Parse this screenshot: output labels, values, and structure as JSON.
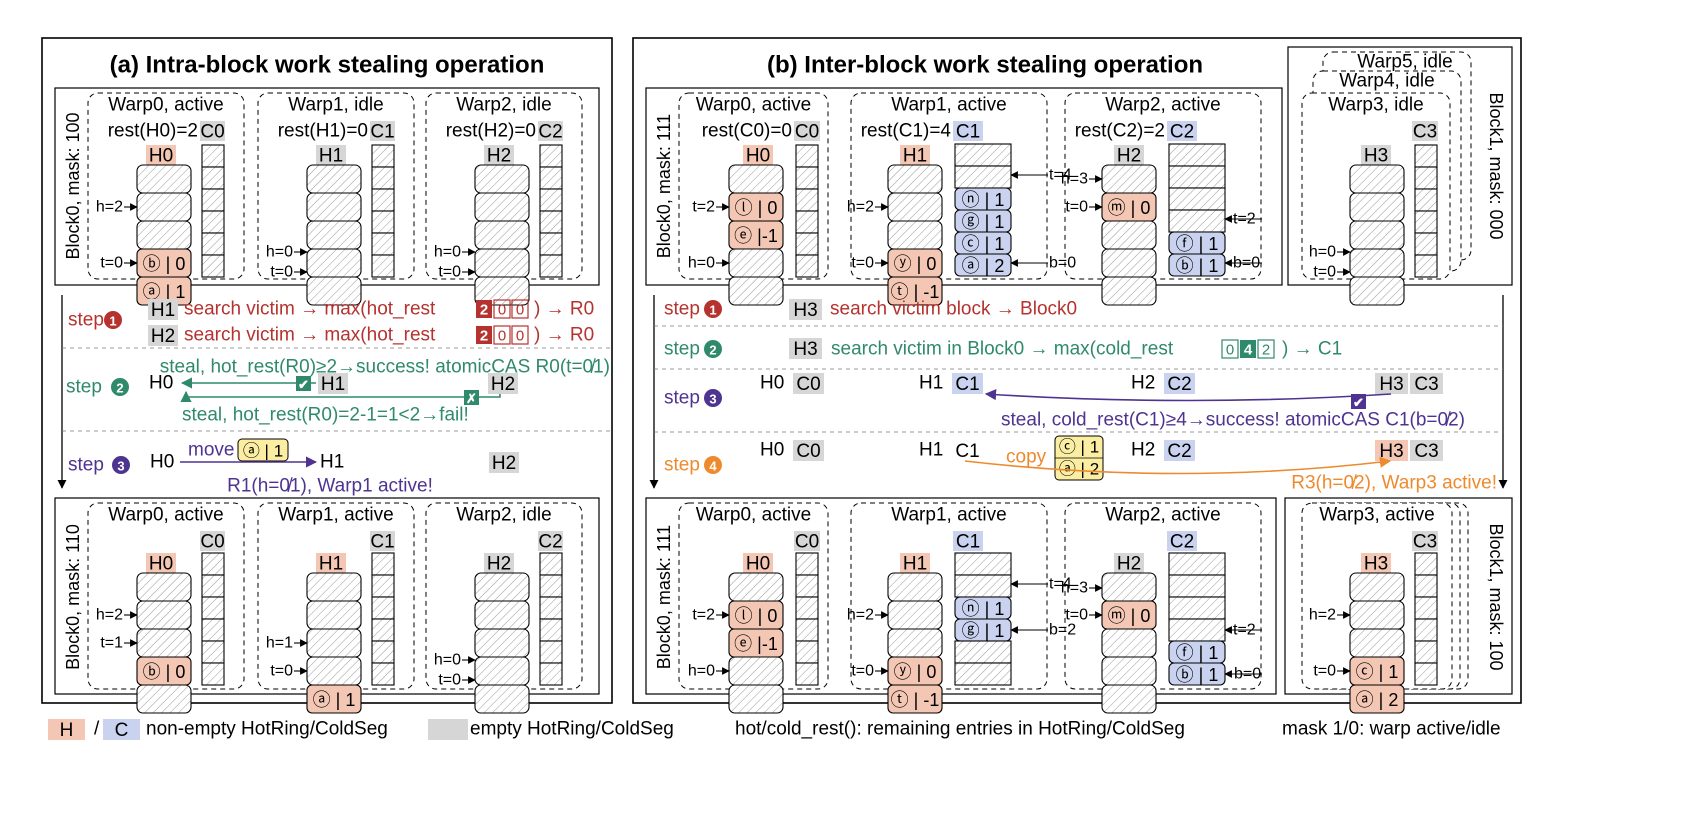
{
  "left": {
    "title": "(a) Intra-block work stealing operation",
    "top_block_label": "Block0, mask: 100",
    "bottom_block_label": "Block0, mask: 110",
    "warps_top": [
      {
        "title": "Warp0, active",
        "rest": "rest(H0)=2",
        "c": "C0",
        "h": "H0"
      },
      {
        "title": "Warp1, idle",
        "rest": "rest(H1)=0",
        "c": "C1",
        "h": "H1"
      },
      {
        "title": "Warp2, idle",
        "rest": "rest(H2)=0",
        "c": "C2",
        "h": "H2"
      }
    ],
    "warps_bottom": [
      {
        "title": "Warp0, active",
        "c": "C0",
        "h": "H0"
      },
      {
        "title": "Warp1, active",
        "c": "C1",
        "h": "H1"
      },
      {
        "title": "Warp2, idle",
        "c": "C2",
        "h": "H2"
      }
    ],
    "top_entries": {
      "w0_b": "ⓑ | 0",
      "w0_a": "ⓐ | 1"
    },
    "bottom_entries": {
      "w0_b": "ⓑ | 0",
      "w1_a": "ⓐ | 1"
    },
    "ptr": {
      "h2": "h=2",
      "t0": "t=0",
      "h0": "h=0",
      "t1": "t=1",
      "h1": "h=1"
    },
    "step_word": "step",
    "step1": {
      "num": "1",
      "r1_h": "H1",
      "r1_text": "search victim → max(hot_rest",
      "r1_tail": ") → R0",
      "r2_h": "H2",
      "r2_text": "search victim → max(hot_rest",
      "r2_tail": ") → R0",
      "cells": [
        "2",
        "0",
        "0"
      ]
    },
    "step2": {
      "num": "2",
      "success": "steal, hot_rest(R0)≥2→success! atomicCAS R0(t=0̸1)",
      "fail": "steal, hot_rest(R0)=2-1=1<2→fail!",
      "h0": "H0",
      "h1": "H1",
      "h2": "H2"
    },
    "step3": {
      "num": "3",
      "h0": "H0",
      "h1": "H1",
      "h2": "H2",
      "move": "move",
      "moved": "ⓐ | 1",
      "result": "R1(h=0̸1), Warp1 active!"
    }
  },
  "right": {
    "title": "(b) Inter-block work stealing operation",
    "top_block0_label": "Block0, mask: 111",
    "top_block1_label": "Block1, mask: 000",
    "bottom_block0_label": "Block0, mask: 111",
    "bottom_block1_label": "Block1, mask: 100",
    "warps_top": [
      {
        "title": "Warp0, active",
        "rest": "rest(C0)=0",
        "c": "C0",
        "h": "H0"
      },
      {
        "title": "Warp1, active",
        "rest": "rest(C1)=4",
        "c": "C1",
        "h": "H1"
      },
      {
        "title": "Warp2, active",
        "rest": "rest(C2)=2",
        "c": "C2",
        "h": "H2"
      }
    ],
    "stack_warps": {
      "w5": "Warp5, idle",
      "w4": "Warp4, idle",
      "w3": "Warp3, idle",
      "c": "C3",
      "h": "H3"
    },
    "warps_bottom": [
      {
        "title": "Warp0, active",
        "c": "C0",
        "h": "H0"
      },
      {
        "title": "Warp1, active",
        "c": "C1",
        "h": "H1"
      },
      {
        "title": "Warp2, active",
        "c": "C2",
        "h": "H2"
      }
    ],
    "bottom_w3": {
      "title": "Warp3, active",
      "c": "C3",
      "h": "H3"
    },
    "top_entries": {
      "w0_l": "ⓛ | 0",
      "w0_e": "ⓔ |-1",
      "w1_y": "ⓨ | 0",
      "w1_t": "ⓣ | -1",
      "c1_n": "ⓝ | 1",
      "c1_g": "ⓖ | 1",
      "c1_c": "ⓒ | 1",
      "c1_a": "ⓐ | 2",
      "w2_m": "ⓜ | 0",
      "c2_f": "ⓕ | 1",
      "c2_b": "ⓑ | 1"
    },
    "bottom_entries": {
      "w0_l": "ⓛ | 0",
      "w0_e": "ⓔ |-1",
      "w1_y": "ⓨ | 0",
      "w1_t": "ⓣ | -1",
      "c1_n": "ⓝ | 1",
      "c1_g": "ⓖ | 1",
      "w2_m": "ⓜ | 0",
      "c2_f": "ⓕ | 1",
      "c2_b": "ⓑ | 1",
      "w3_c": "ⓒ | 1",
      "w3_a": "ⓐ | 2"
    },
    "ptr": {
      "t2": "t=2",
      "h0": "h=0",
      "h2": "h=2",
      "t0": "t=0",
      "t4": "t=4",
      "b0": "b=0",
      "h3": "h=3",
      "b2": "b=2",
      "b0s": "b=0"
    },
    "step1": {
      "num": "1",
      "h": "H3",
      "text": "search victim block → Block0"
    },
    "step2": {
      "num": "2",
      "h": "H3",
      "text": "search victim in Block0 → max(cold_rest",
      "tail": ")  → C1",
      "cells": [
        "0",
        "4",
        "2"
      ]
    },
    "step3": {
      "num": "3",
      "h0": "H0",
      "c0": "C0",
      "h1": "H1",
      "c1": "C1",
      "h2": "H2",
      "c2": "C2",
      "h3": "H3",
      "c3": "C3",
      "text": "steal, cold_rest(C1)≥4→success! atomicCAS C1(b=0̸2)"
    },
    "step4": {
      "num": "4",
      "h0": "H0",
      "c0": "C0",
      "h1": "H1",
      "c1": "C1",
      "h2": "H2",
      "c2": "C2",
      "h3": "H3",
      "c3": "C3",
      "copy": "copy",
      "e1": "ⓒ | 1",
      "e2": "ⓐ | 2",
      "result": "R3(h=0̸2), Warp3 active!"
    }
  },
  "legend": {
    "h": "H",
    "slash": "/",
    "c": "C",
    "nonempty": "non-empty HotRing/ColdSeg",
    "empty": "empty HotRing/ColdSeg",
    "rest": "hot/cold_rest(): remaining entries in HotRing/ColdSeg",
    "mask": "mask 1/0: warp active/idle"
  },
  "colors": {
    "hot": "#f4c7b5",
    "cold": "#c9d3ef",
    "empty": "#d6d6d6",
    "red": "#b5322f",
    "green": "#2f8a6b",
    "purple": "#4f3391",
    "orange": "#ee8a2d",
    "badge": "#fbeea2"
  }
}
